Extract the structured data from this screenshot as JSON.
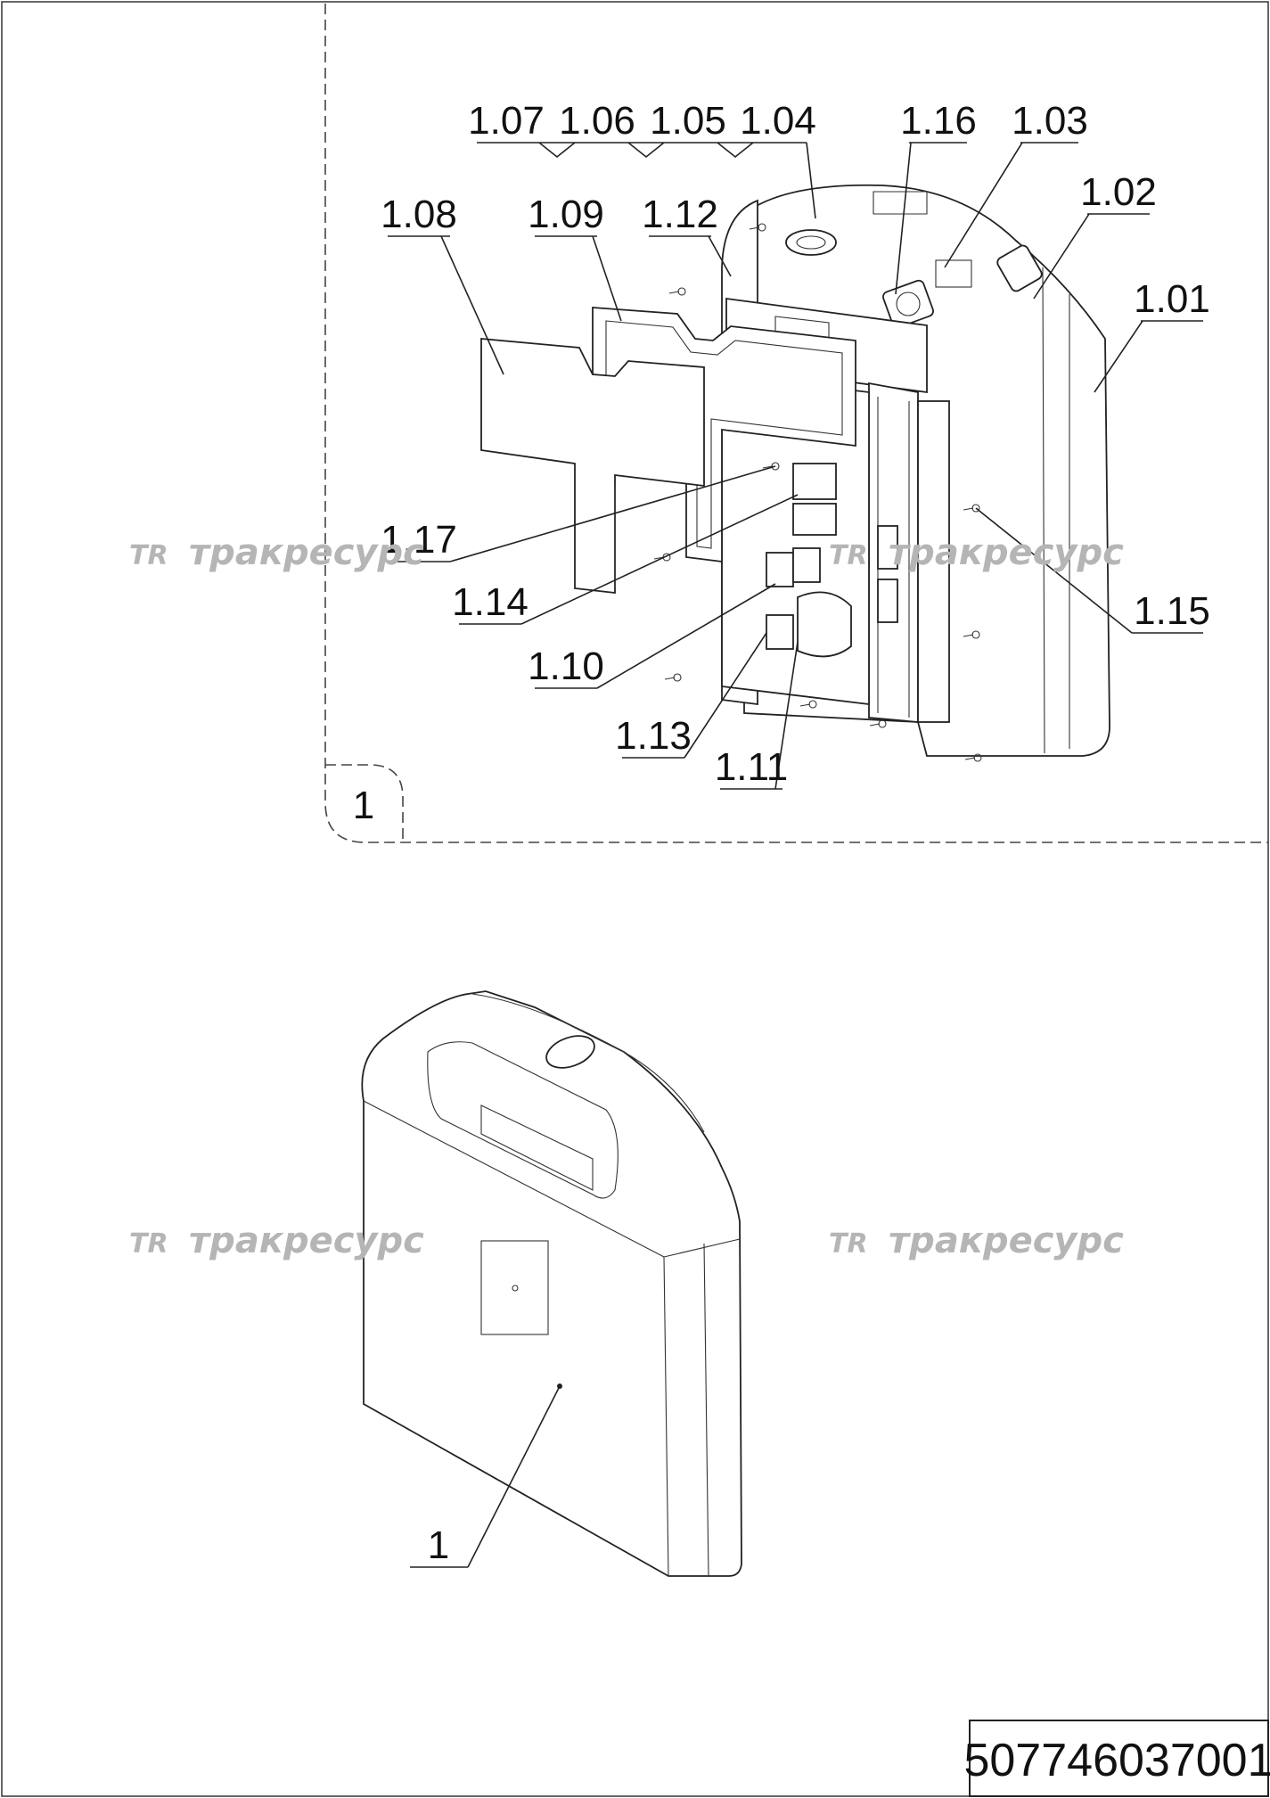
{
  "diagram": {
    "callouts": {
      "c107": "1.07",
      "c106": "1.06",
      "c105": "1.05",
      "c104": "1.04",
      "c116": "1.16",
      "c103": "1.03",
      "c102": "1.02",
      "c101": "1.01",
      "c108": "1.08",
      "c109": "1.09",
      "c112": "1.12",
      "c117": "1.17",
      "c114": "1.14",
      "c115": "1.15",
      "c110": "1.10",
      "c113": "1.13",
      "c111": "1.11"
    },
    "detail_view_number": "1",
    "assembly_callout": "1",
    "watermark_text": "тракресурс",
    "watermark_logo": "TR",
    "part_number": "507746037001"
  },
  "colors": {
    "line": "#222222",
    "watermark": "#b5b5b5",
    "background": "#ffffff"
  }
}
